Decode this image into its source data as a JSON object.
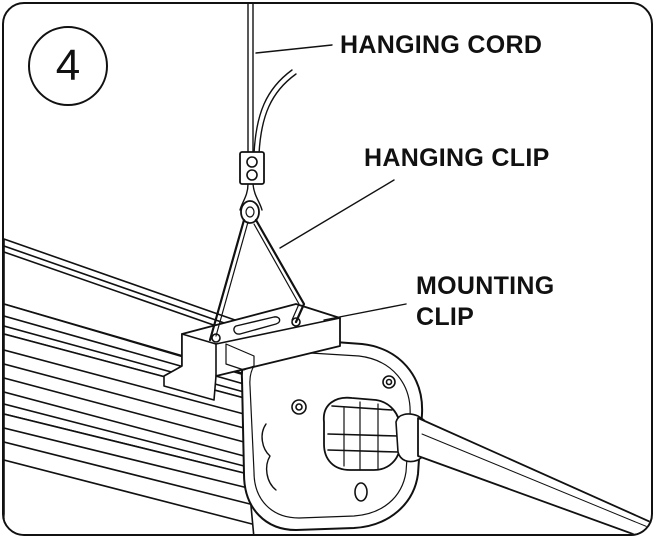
{
  "step_number": "4",
  "labels": {
    "hanging_cord": "HANGING CORD",
    "hanging_clip": "HANGING CLIP",
    "mounting_clip_line1": "MOUNTING",
    "mounting_clip_line2": "CLIP"
  },
  "colors": {
    "ink": "#111111",
    "paper": "#ffffff"
  }
}
